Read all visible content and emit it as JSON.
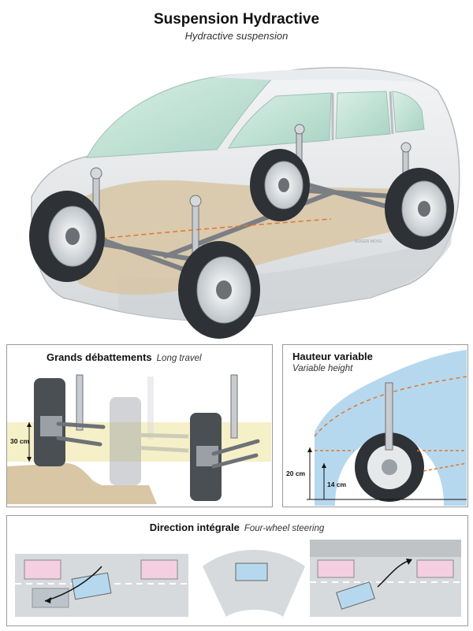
{
  "header": {
    "title": "Suspension Hydractive",
    "subtitle": "Hydractive suspension"
  },
  "hero": {
    "credit": "ROGER MOSS"
  },
  "long_travel": {
    "title": "Grands débattements",
    "subtitle": "Long travel",
    "travel_label": "30 cm"
  },
  "variable_height": {
    "title": "Hauteur variable",
    "subtitle": "Variable height",
    "height_high": "20 cm",
    "height_low": "14 cm"
  },
  "steering": {
    "title": "Direction intégrale",
    "subtitle": "Four-wheel steering"
  },
  "colors": {
    "body_grey": "#e4e6e8",
    "glass": "#c8e6dc",
    "chassis_tan": "#d8c6a4",
    "band_yellow": "#f6f0c8",
    "car_blue": "#b6d8ee",
    "parked_pink": "#f3cfe1",
    "wheel_dark": "#2e3236",
    "arrow_orange": "#e0782a"
  }
}
